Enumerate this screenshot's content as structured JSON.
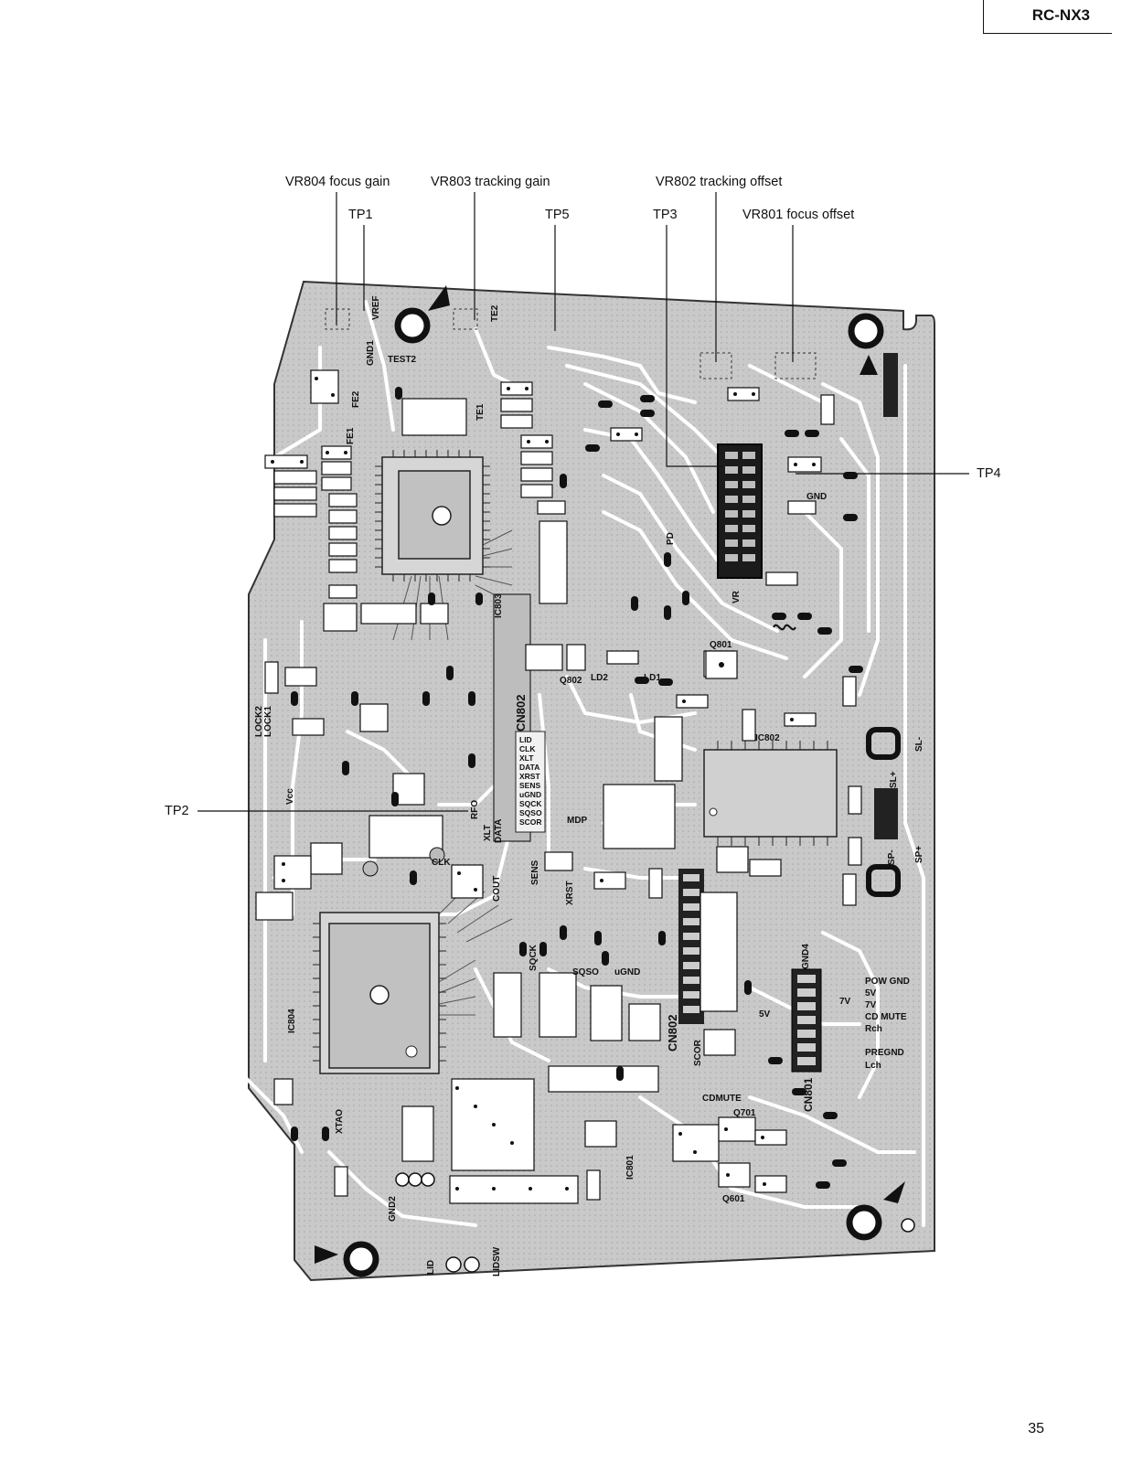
{
  "header": {
    "model": "RC-NX3"
  },
  "callouts": {
    "vr804": "VR804 focus gain",
    "vr803": "VR803 tracking gain",
    "vr802": "VR802 tracking offset",
    "vr801": "VR801 focus offset",
    "tp1": "TP1",
    "tp5": "TP5",
    "tp3": "TP3",
    "tp4": "TP4",
    "tp2": "TP2"
  },
  "board_labels": {
    "ic803": "IC803",
    "ic804": "IC804",
    "ic802": "IC802",
    "ic801": "IC801",
    "cn802": "CN802",
    "cn801": "CN801",
    "q801": "Q801",
    "q802": "Q802",
    "q601": "Q601",
    "q701": "Q701",
    "vref": "VREF",
    "gnd1": "GND1",
    "test2": "TEST2",
    "fe2": "FE2",
    "fe1": "FE1",
    "te2": "TE2",
    "te1": "TE1",
    "lock1": "LOCK1",
    "lock2": "LOCK2",
    "vcc": "Vcc",
    "rfo": "RFO",
    "clk": "CLK",
    "xlt": "XLT",
    "data": "DATA",
    "sens": "SENS",
    "xrst": "XRST",
    "cout": "COUT",
    "sqck": "SQCK",
    "sqso": "SQSO",
    "ugnd": "uGND",
    "scor": "SCOR",
    "ld1": "LD1",
    "ld2": "LD2",
    "gnd": "GND",
    "pd": "PD",
    "vr": "VR",
    "sl_plus": "SL+",
    "sl_minus": "SL-",
    "sp_plus": "SP+",
    "sp_minus": "SP-",
    "mdp": "MDP",
    "xtao": "XTAO",
    "lid": "LID",
    "lidsw": "LIDSW",
    "gnd2": "GND2",
    "gnd4": "GND4",
    "cdmute": "CDMUTE",
    "v5": "5V",
    "v7": "7V",
    "connector_pins": [
      "POW GND",
      "5V",
      "7V",
      "CD MUTE",
      "Rch",
      "PREGND",
      "Lch"
    ],
    "cn802_pins": [
      "LID",
      "CLK",
      "XLT",
      "DATA",
      "XRST",
      "SENS",
      "uGND",
      "SQCK",
      "SQSO",
      "SCOR"
    ]
  },
  "footer": {
    "page_number": "35"
  }
}
